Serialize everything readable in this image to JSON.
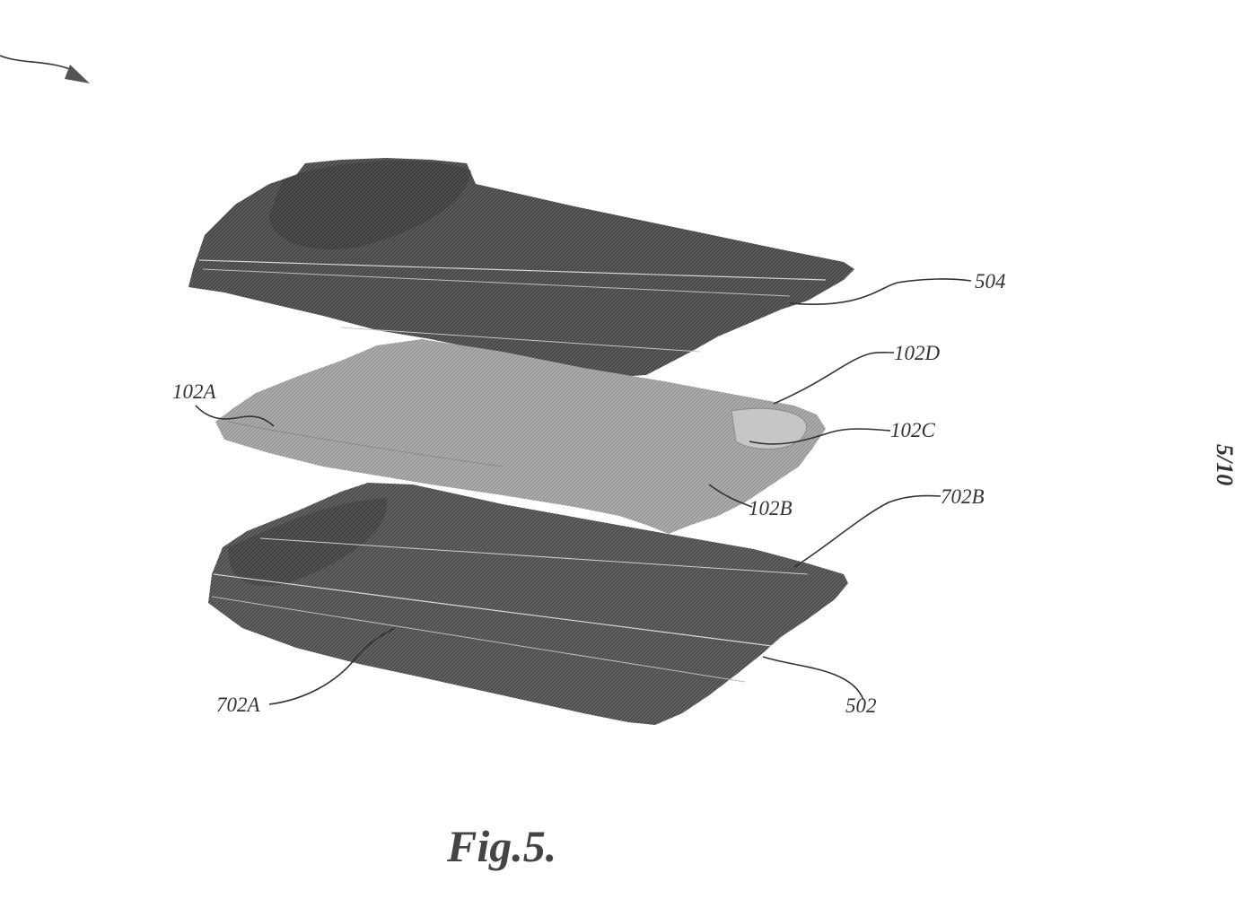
{
  "figure": {
    "caption": "Fig.5.",
    "sheet_number": "5/10"
  },
  "reference_labels": {
    "label_504": "504",
    "label_102D": "102D",
    "label_102A": "102A",
    "label_102C": "102C",
    "label_102B": "102B",
    "label_702B": "702B",
    "label_702A": "702A",
    "label_502": "502"
  },
  "colors": {
    "background": "#ffffff",
    "upper_plate": "#555555",
    "middle_layer": "#9a9a9a",
    "lower_plate": "#5c5c5c",
    "line_art": "#333333"
  }
}
